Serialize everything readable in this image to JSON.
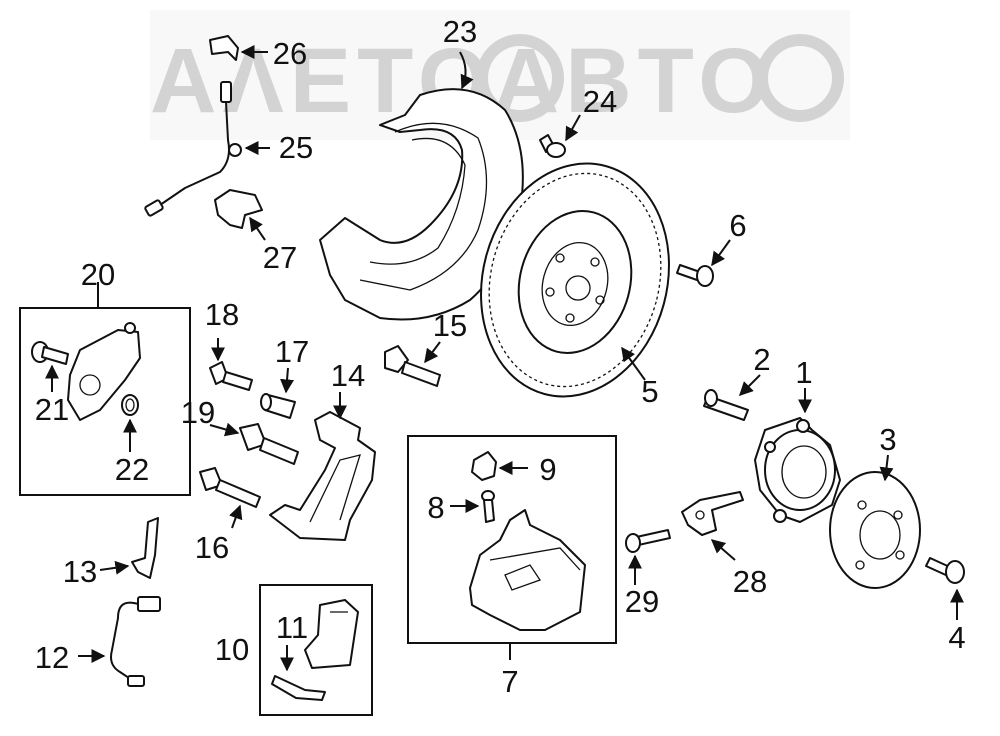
{
  "watermark": {
    "text": "ΑΛΕΤΟΑΒΤΟ"
  },
  "callouts": {
    "c1": "1",
    "c2": "2",
    "c3": "3",
    "c4": "4",
    "c5": "5",
    "c6": "6",
    "c7": "7",
    "c8": "8",
    "c9": "9",
    "c10": "10",
    "c11": "11",
    "c12": "12",
    "c13": "13",
    "c14": "14",
    "c15": "15",
    "c16": "16",
    "c17": "17",
    "c18": "18",
    "c19": "19",
    "c20": "20",
    "c21": "21",
    "c22": "22",
    "c23": "23",
    "c24": "24",
    "c25": "25",
    "c26": "26",
    "c27": "27",
    "c28": "28",
    "c29": "29"
  }
}
